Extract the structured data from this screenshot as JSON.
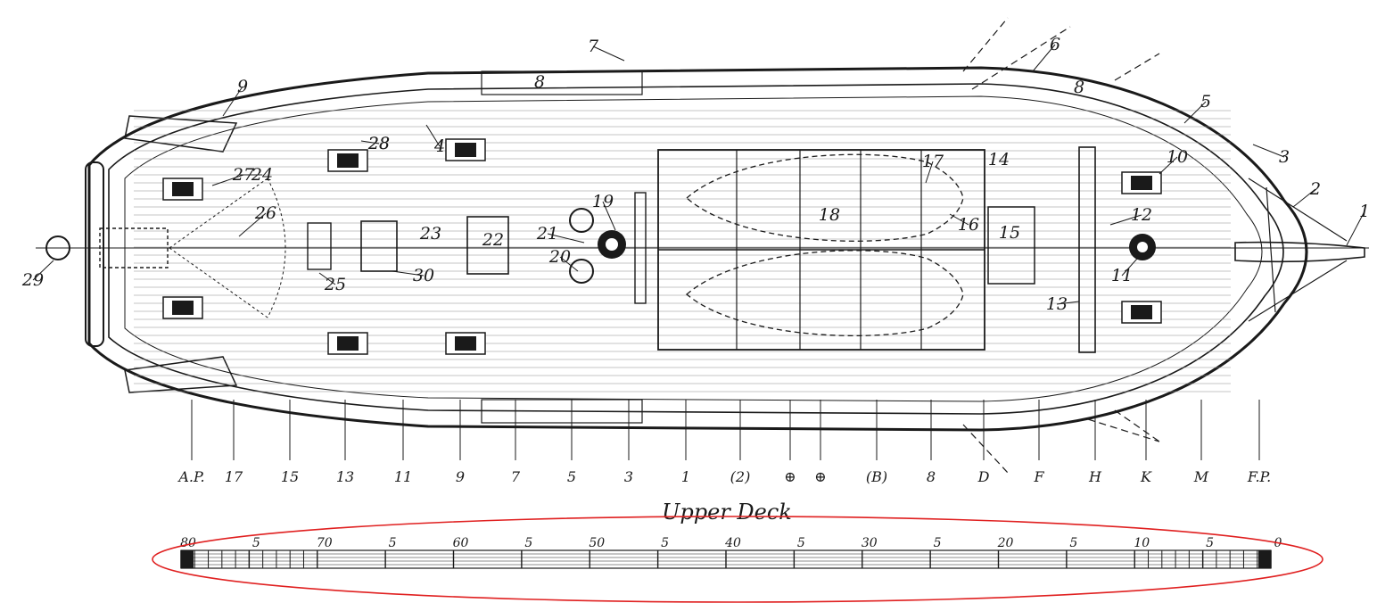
{
  "title": "Upper Deck",
  "colors": {
    "ink": "#1a1a1a",
    "highlight_ellipse": "#e02020",
    "paper": "#ffffff",
    "plank": "#8a8a8a"
  },
  "callouts": [
    "1",
    "2",
    "3",
    "4",
    "5",
    "6",
    "7",
    "8",
    "9",
    "10",
    "11",
    "12",
    "13",
    "14",
    "15",
    "16",
    "17",
    "18",
    "19",
    "20",
    "21",
    "22",
    "23",
    "24",
    "25",
    "26",
    "27",
    "28",
    "29",
    "30",
    "4",
    "8",
    "28"
  ],
  "station_labels": [
    "A.P.",
    "17",
    "15",
    "13",
    "11",
    "9",
    "7",
    "5",
    "3",
    "1",
    "(2)",
    "⊕",
    "⊕",
    "(B)",
    "8",
    "D",
    "F",
    "H",
    "K",
    "M",
    "F.P."
  ],
  "scale_labels": [
    "80",
    "5",
    "70",
    "5",
    "60",
    "5",
    "50",
    "5",
    "40",
    "5",
    "30",
    "5",
    "20",
    "5",
    "10",
    "5",
    "0"
  ]
}
